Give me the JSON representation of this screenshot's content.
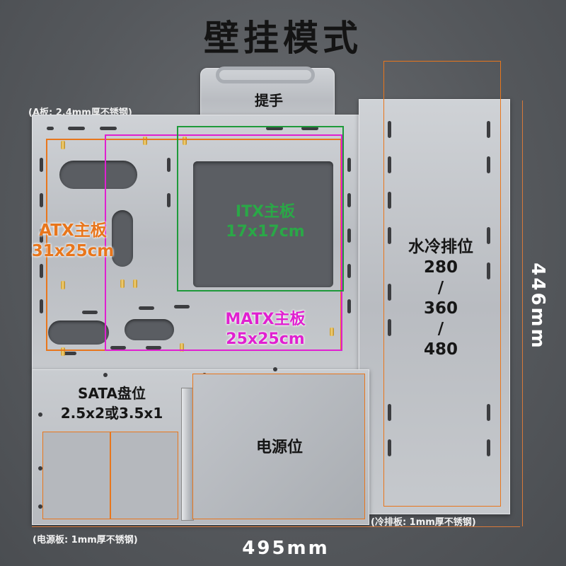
{
  "title": "壁挂模式",
  "labels": {
    "handle": "提手",
    "atx": [
      "ATX主板",
      "31x25cm"
    ],
    "itx": [
      "ITX主板",
      "17x17cm"
    ],
    "matx": [
      "MATX主板",
      "25x25cm"
    ],
    "water": [
      "水冷排位",
      "280",
      "/",
      "360",
      "/",
      "480"
    ],
    "sata": [
      "SATA盘位",
      "2.5x2或3.5x1"
    ],
    "psu": "电源位"
  },
  "notes": {
    "a_board": "(A板: 2.4mm厚不锈钢)",
    "psu_board": "(电源板: 1mm厚不锈钢)",
    "rad_board": "(冷排板: 1mm厚不锈钢)"
  },
  "dimensions": {
    "width": "495mm",
    "height": "446mm"
  },
  "colors": {
    "atx": "#e8761c",
    "itx": "#1e9a3a",
    "matx": "#e020d0",
    "dim_line": "#d8793a"
  }
}
